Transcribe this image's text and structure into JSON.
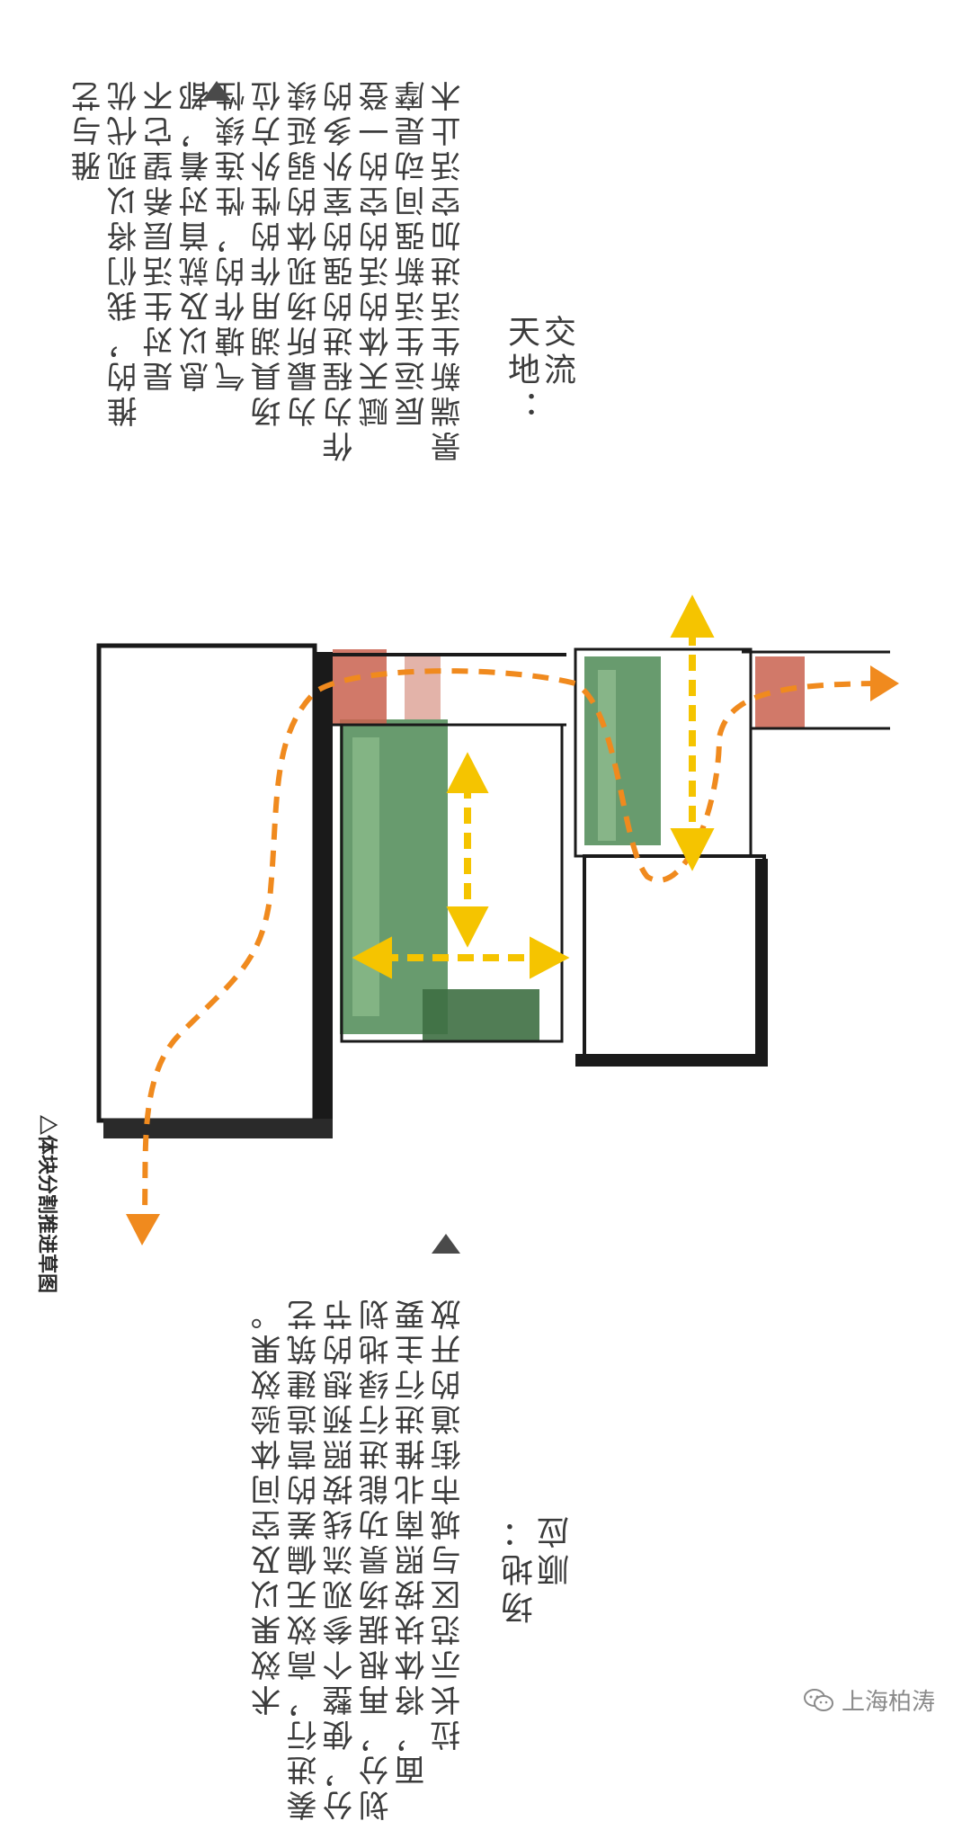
{
  "section_top": {
    "title_col_1": "交流",
    "title_col_2": "天地：",
    "body_cols": [
      "景端新生活进加空活止木",
      "辰运生活新强间动是摩",
      "赋天体的活的空的一登",
      "作为程进的强的室外多的",
      "为最所场现体的弱延续",
      "场具湖用作的性外方位",
      "气塘作的，性连续性",
      "息以及就首对着，都",
      "是对生活层希望它不",
      "推的，我们将以现代优",
      "雅与艺"
    ]
  },
  "section_bottom": {
    "title_col_1": "顺应",
    "title_col_2": "场地：",
    "body_cols": [
      "拉长示范区与城市街道的开放",
      "面，将体块按照南北推进行主要",
      "划分，再根据场景功能进行绿地划",
      "分，使整个参观流线按照预想的节",
      "奏进行，高效无偏差的营造建筑艺",
      "术效果以及空间体验效果。"
    ]
  },
  "figure": {
    "caption": "△体块分割推进草图",
    "colors": {
      "orange": "#f08a1e",
      "yellow": "#f5c400",
      "green": "#3f7a45",
      "brick": "#c9624f",
      "ink": "#1a1a1a"
    }
  },
  "markers": [
    "▲",
    "▲"
  ],
  "watermark": {
    "icon": "wechat-icon",
    "text": "上海柏涛"
  }
}
